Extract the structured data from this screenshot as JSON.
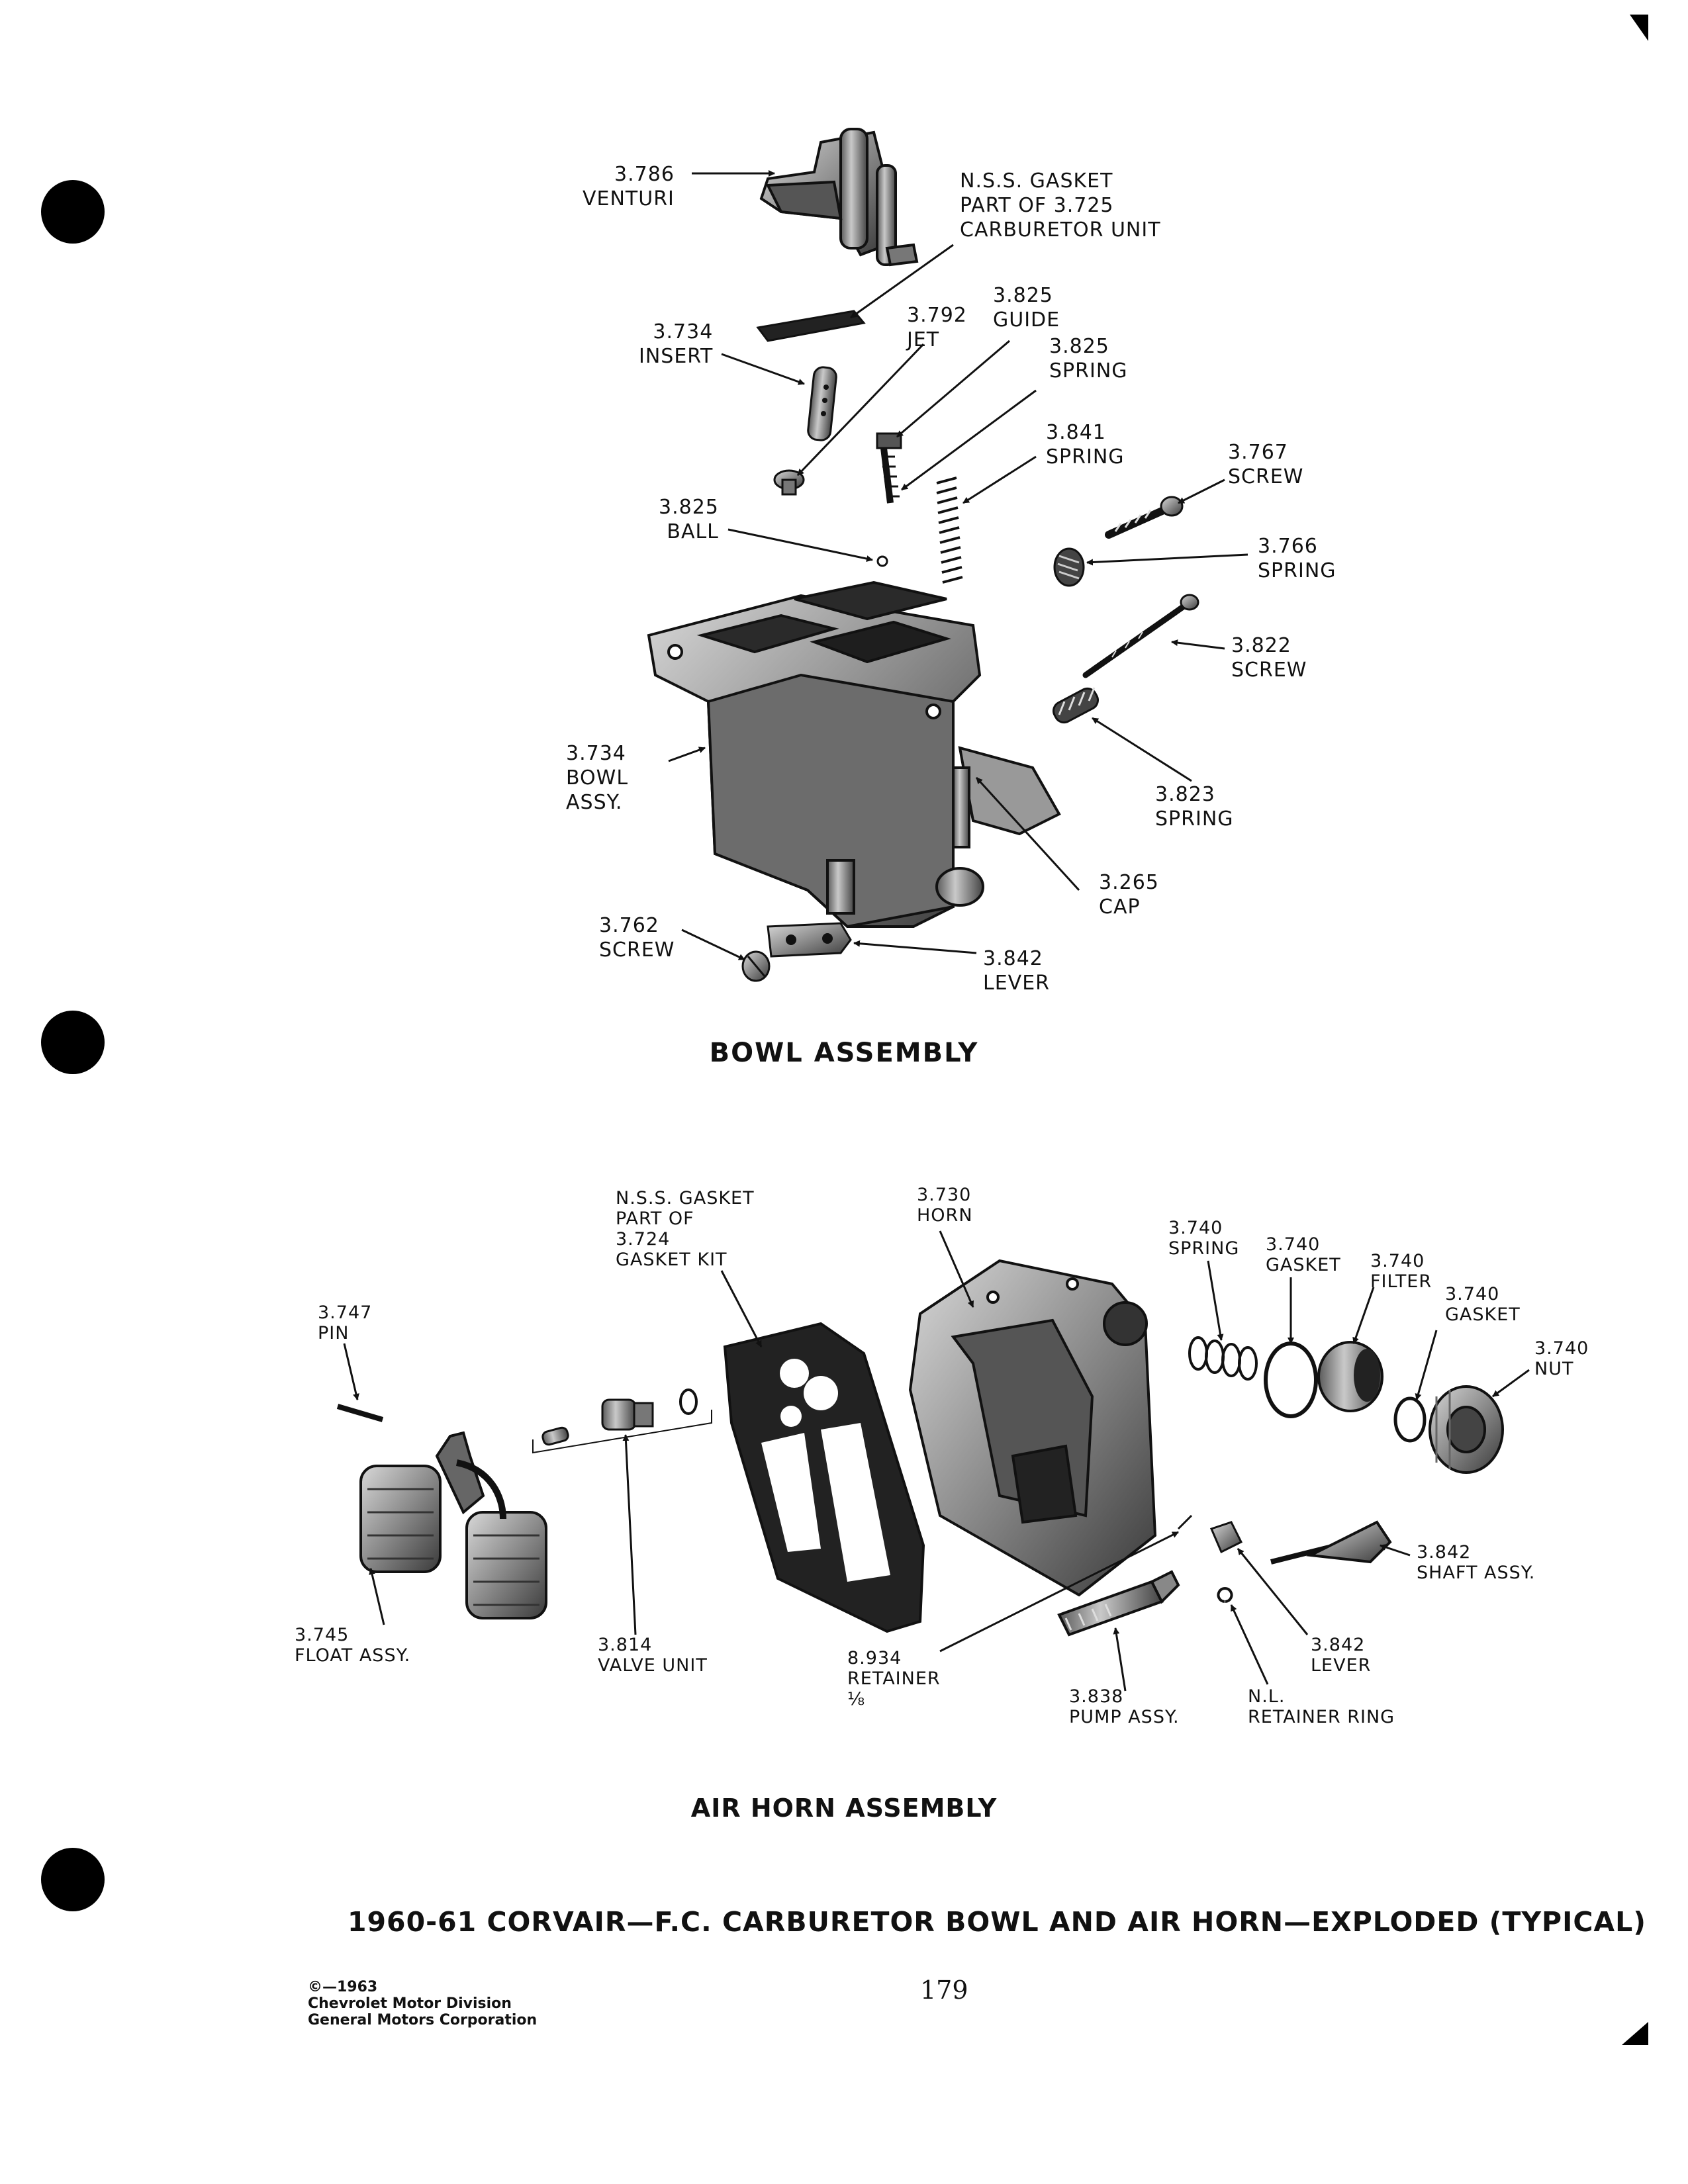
{
  "bowl": {
    "title": "BOWL ASSEMBLY",
    "labels": {
      "venturi": "3.786\nVENTURI",
      "gasket_nss": "N.S.S. GASKET\nPART OF 3.725\nCARBURETOR UNIT",
      "insert": "3.734\nINSERT",
      "jet": "3.792\nJET",
      "guide": "3.825\nGUIDE",
      "spring_3825": "3.825\nSPRING",
      "spring_3841": "3.841\nSPRING",
      "ball": "3.825\nBALL",
      "screw_3767": "3.767\nSCREW",
      "spring_3766": "3.766\nSPRING",
      "screw_3822": "3.822\nSCREW",
      "bowl_assy": "3.734\nBOWL\nASSY.",
      "spring_3823": "3.823\nSPRING",
      "cap": "3.265\nCAP",
      "screw_3762": "3.762\nSCREW",
      "lever": "3.842\nLEVER"
    }
  },
  "airhorn": {
    "title": "AIR HORN ASSEMBLY",
    "labels": {
      "gasket_kit": "N.S.S. GASKET\nPART OF\n3.724\nGASKET KIT",
      "horn": "3.730\nHORN",
      "spring": "3.740\nSPRING",
      "gasket1": "3.740\nGASKET",
      "filter": "3.740\nFILTER",
      "gasket2": "3.740\nGASKET",
      "nut": "3.740\nNUT",
      "pin": "3.747\nPIN",
      "shaft_assy": "3.842\nSHAFT ASSY.",
      "float_assy": "3.745\nFLOAT ASSY.",
      "valve_unit": "3.814\nVALVE UNIT",
      "retainer": "8.934\nRETAINER\n⅛",
      "pump_assy": "3.838\nPUMP ASSY.",
      "retainer_ring": "N.L.\nRETAINER RING",
      "lever": "3.842\nLEVER"
    }
  },
  "main_title": "1960-61 CORVAIR—F.C. CARBURETOR BOWL AND AIR HORN—EXPLODED (TYPICAL)",
  "page_number": "179",
  "copyright": "©—1963\nChevrolet Motor Division\nGeneral Motors Corporation"
}
